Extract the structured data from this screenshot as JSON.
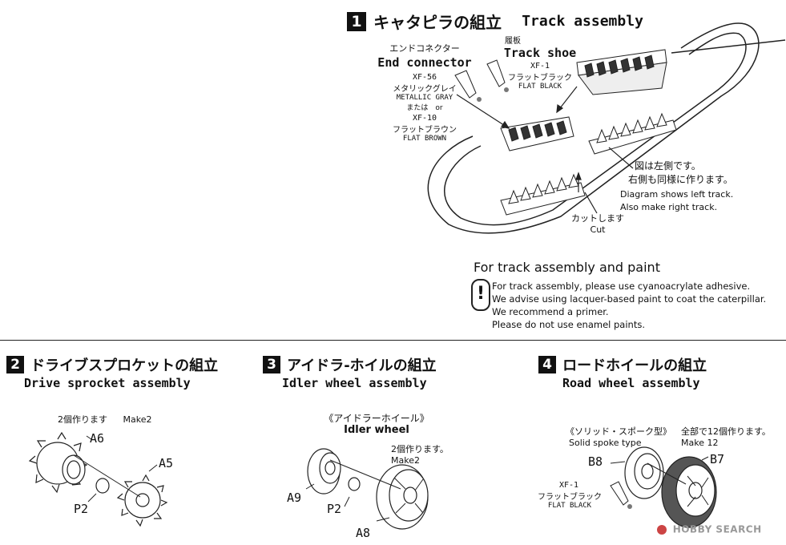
{
  "step1": {
    "num": "1",
    "jp": "キャタピラの組立",
    "en": "Track assembly",
    "end_connector": {
      "jp": "エンドコネクター",
      "en": "End connector",
      "paint1_code": "XF-56",
      "paint1_jp": "メタリックグレイ",
      "paint1_en": "METALLIC GRAY",
      "or_text": "または　or",
      "paint2_code": "XF-10",
      "paint2_jp": "フラットブラウン",
      "paint2_en": "FLAT BROWN"
    },
    "track_shoe": {
      "jp": "履板",
      "en": "Track shoe",
      "paint_code": "XF-1",
      "paint_jp": "フラットブラック",
      "paint_en": "FLAT BLACK"
    },
    "left_note_jp1": "図は左側です。",
    "left_note_jp2": "右側も同様に作ります。",
    "left_note_en1": "Diagram shows left track.",
    "left_note_en2": "Also make right track.",
    "cut_jp": "カットします",
    "cut_en": "Cut"
  },
  "notice": {
    "heading": "For track assembly and paint",
    "icon_glyph": "!",
    "lines": [
      "For track assembly, please use cyanoacrylate adhesive.",
      "We advise using lacquer-based paint to coat the caterpillar.",
      "We recommend a primer.",
      "Please do not use enamel paints."
    ]
  },
  "step2": {
    "num": "2",
    "jp": "ドライブスプロケットの組立",
    "en": "Drive sprocket assembly",
    "make_jp": "2個作ります",
    "make_en": "Make2",
    "parts": [
      "A6",
      "A5",
      "P2"
    ]
  },
  "step3": {
    "num": "3",
    "jp": "アイドラ-ホイルの組立",
    "en": "Idler wheel assembly",
    "sub_jp": "《アイドラーホイール》",
    "sub_en": "Idler wheel",
    "make_jp": "2個作ります。",
    "make_en": "Make2",
    "parts": [
      "A9",
      "P2",
      "A8"
    ]
  },
  "step4": {
    "num": "4",
    "jp": "ロードホイールの組立",
    "en": "Road wheel assembly",
    "sub_jp": "《ソリッド・スポーク型》",
    "sub_en": "Solid spoke type",
    "make_jp": "全部で12個作ります。",
    "make_en": "Make 12",
    "paint_code": "XF-1",
    "paint_jp": "フラットブラック",
    "paint_en": "FLAT BLACK",
    "parts": [
      "B8",
      "B7"
    ]
  },
  "watermark": "HOBBY SEARCH"
}
